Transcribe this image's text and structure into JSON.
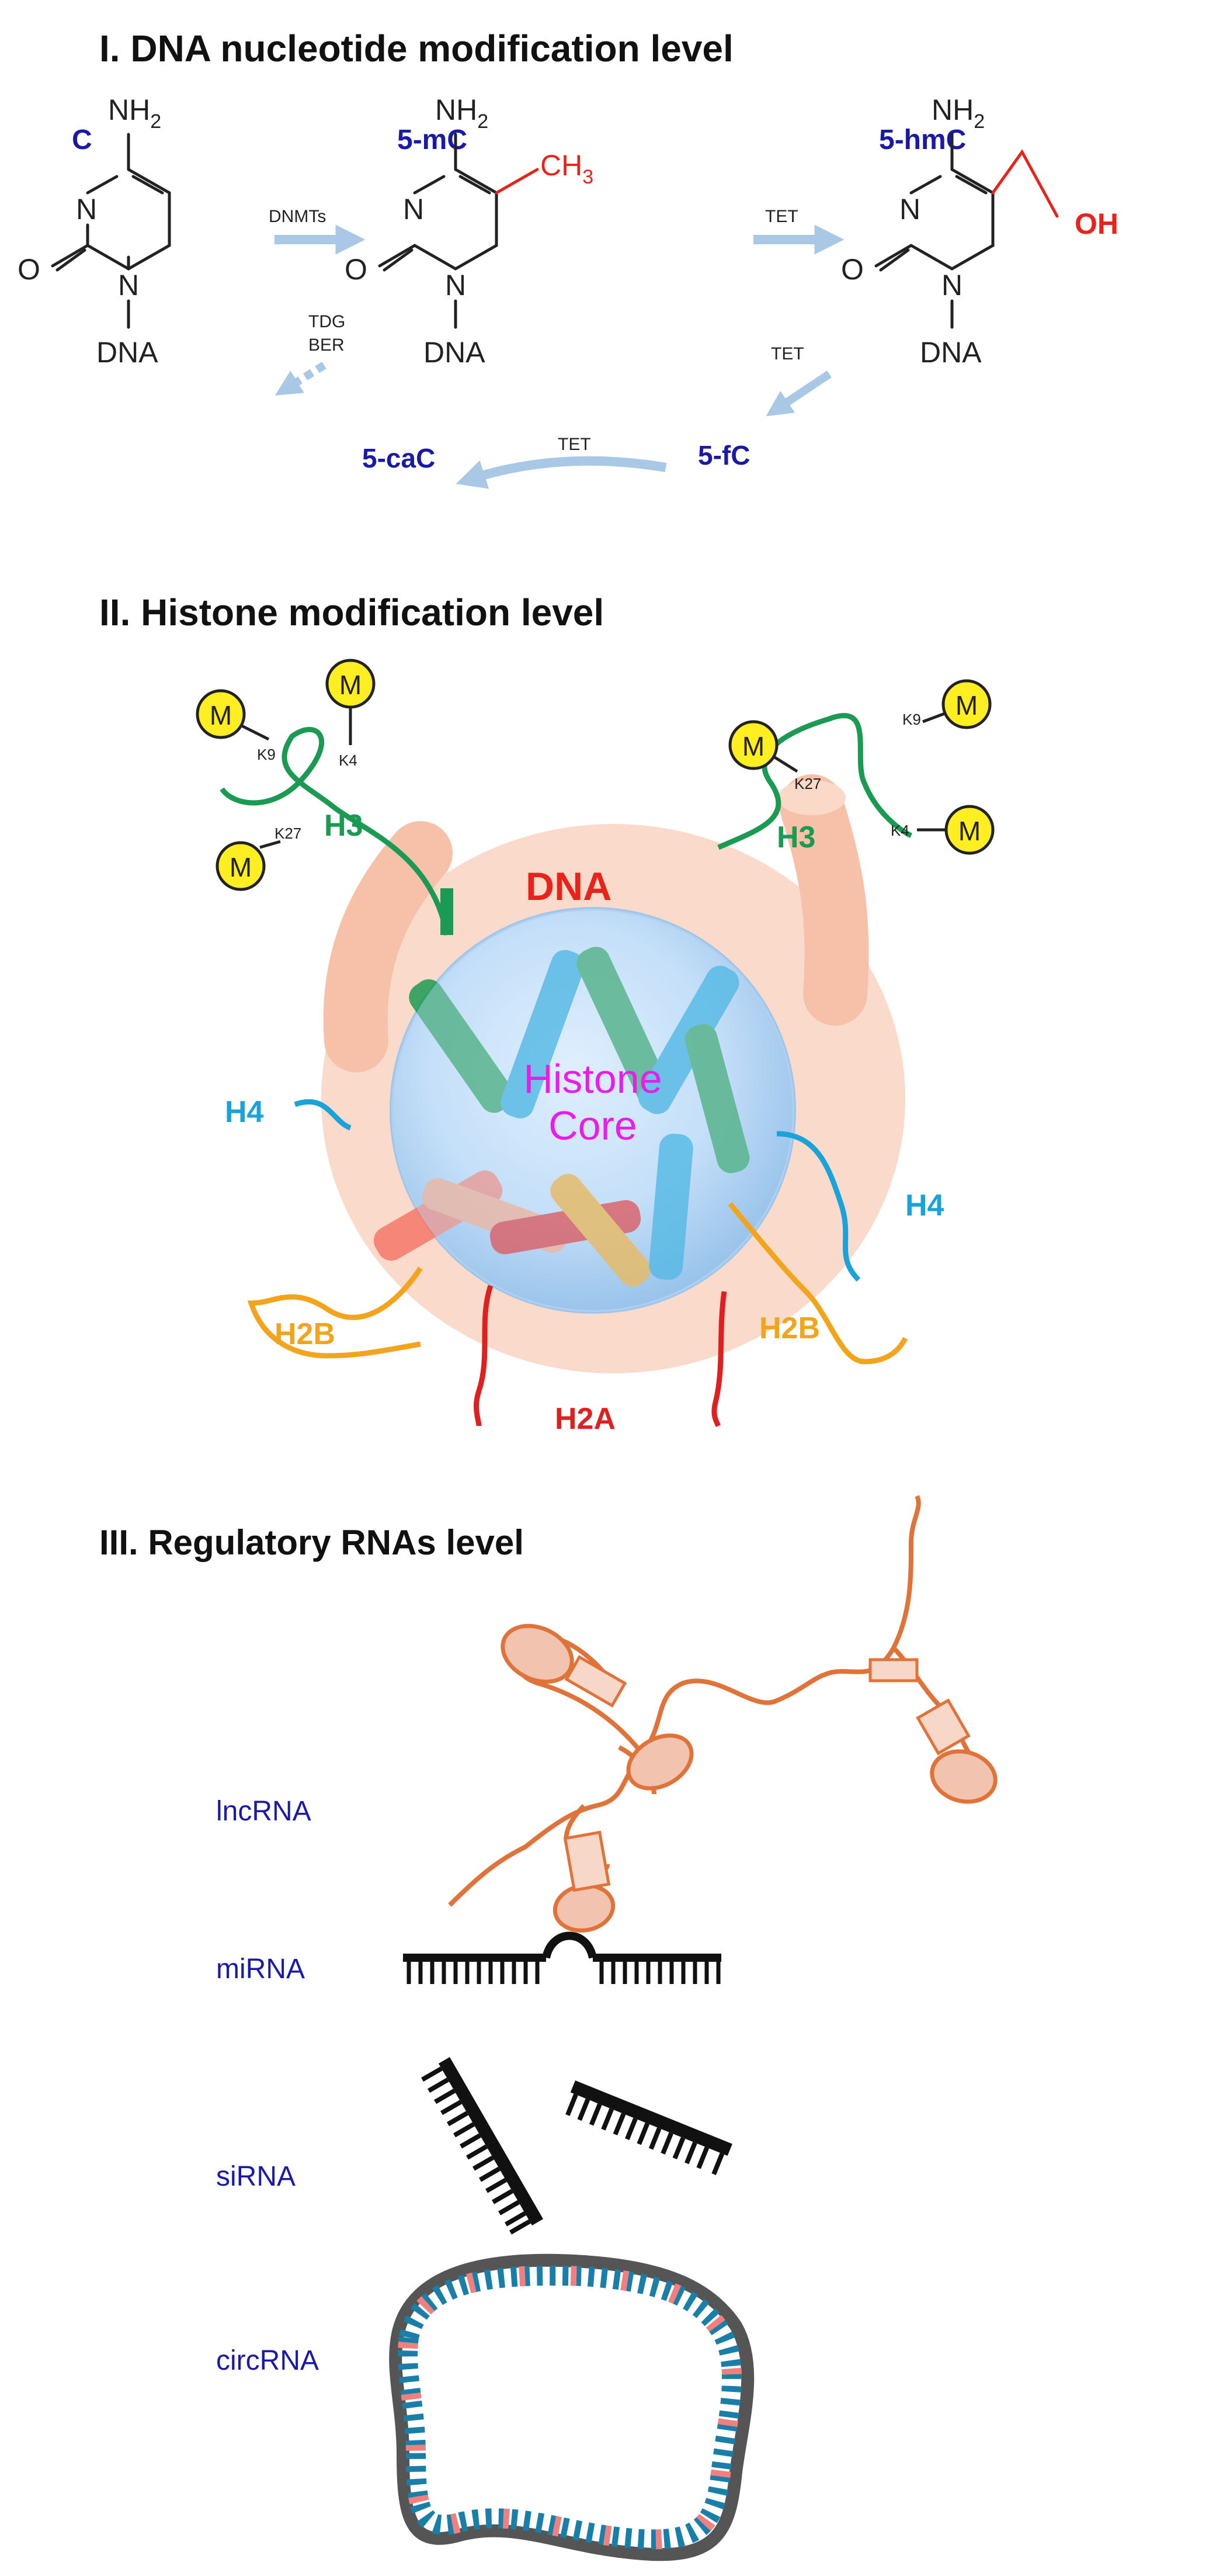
{
  "colors": {
    "blue_label": "#1a1aa6",
    "red": "#e8231c",
    "arrow": "#a9c8e6",
    "h3": "#1a9a52",
    "h4": "#1aa3d9",
    "h2b": "#f2a51c",
    "h2a": "#e02020",
    "magenta": "#e81ee8",
    "rna_orange": "#e0733a",
    "dna_tube": "#f7c8b2",
    "methyl_fill": "#ffee22"
  },
  "section1": {
    "title": "I.    DNA nucleotide modification level",
    "molecules": {
      "c": {
        "label": "C",
        "amine": "NH",
        "amine_sub": "2",
        "ring_n": "N",
        "oxygen": "O",
        "dna_n": "N",
        "dna": "DNA"
      },
      "mc": {
        "label": "5-mC",
        "amine": "NH",
        "amine_sub": "2",
        "ring_n": "N",
        "oxygen": "O",
        "dna_n": "N",
        "dna": "DNA",
        "group": "CH",
        "group_sub": "3"
      },
      "hmc": {
        "label": "5-hmC",
        "amine": "NH",
        "amine_sub": "2",
        "ring_n": "N",
        "oxygen": "O",
        "dna_n": "N",
        "dna": "DNA",
        "group": "OH"
      }
    },
    "arrows": {
      "dnmts": "DNMTs",
      "tet1": "TET",
      "tet2": "TET",
      "tet3": "TET",
      "tdg": "TDG",
      "ber": "BER"
    },
    "fc": "5-fC",
    "cac": "5-caC"
  },
  "section2": {
    "title": "II.    Histone modification level",
    "dna": "DNA",
    "core_line1": "Histone",
    "core_line2": "Core",
    "h3_left": "H3",
    "h3_right": "H3",
    "h4_left": "H4",
    "h4_right": "H4",
    "h2b_left": "H2B",
    "h2b_right": "H2B",
    "h2a": "H2A",
    "methyl": "M",
    "sites": {
      "lk9": "K9",
      "lk4": "K4",
      "lk27": "K27",
      "rk27": "K27",
      "rk9": "K9",
      "rk4": "K4"
    }
  },
  "section3": {
    "title": "III.    Regulatory RNAs level",
    "lncrna": "lncRNA",
    "mirna": "miRNA",
    "sirna": "siRNA",
    "circrna": "circRNA"
  }
}
